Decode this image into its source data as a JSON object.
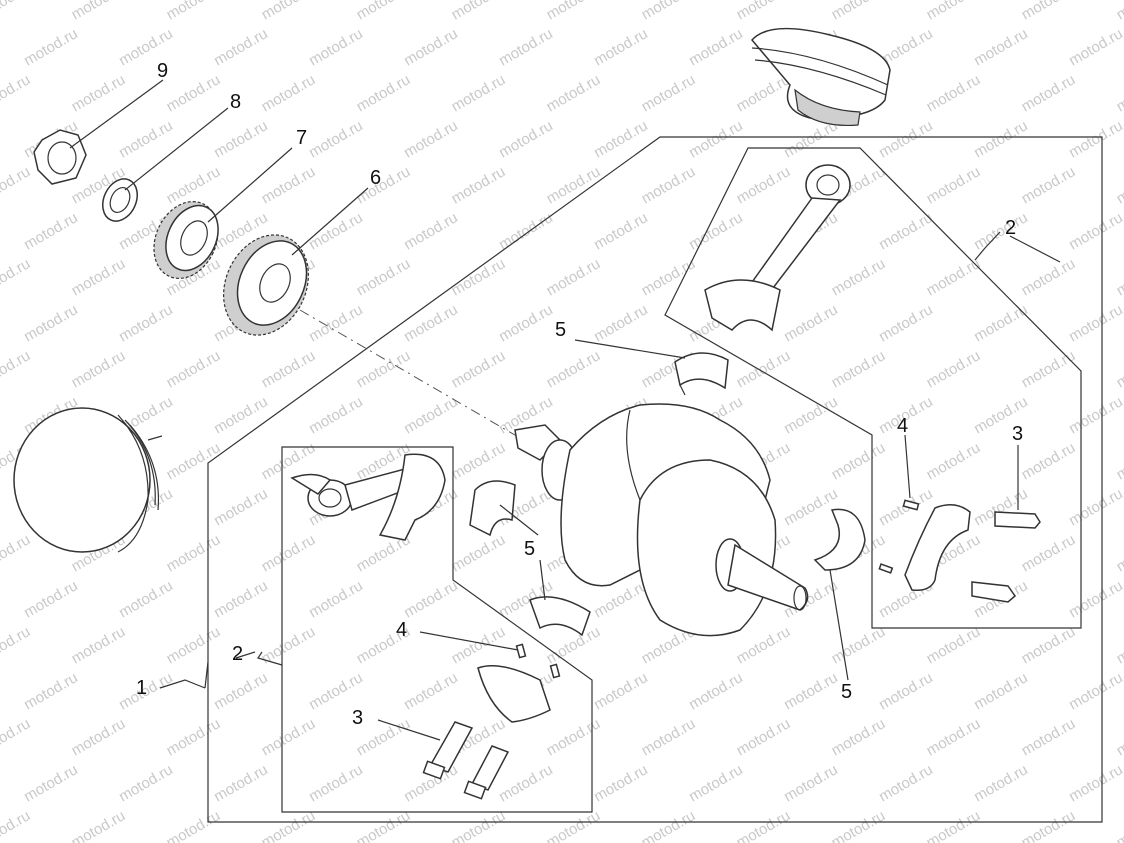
{
  "watermark": "motod.ru",
  "callouts": {
    "c1": "1",
    "c2_right": "2",
    "c2_left": "2",
    "c3_right": "3",
    "c3_left": "3",
    "c4_right": "4",
    "c4_left": "4",
    "c5_top": "5",
    "c5_left": "5",
    "c5_right": "5",
    "c6": "6",
    "c7": "7",
    "c8": "8",
    "c9": "9"
  }
}
